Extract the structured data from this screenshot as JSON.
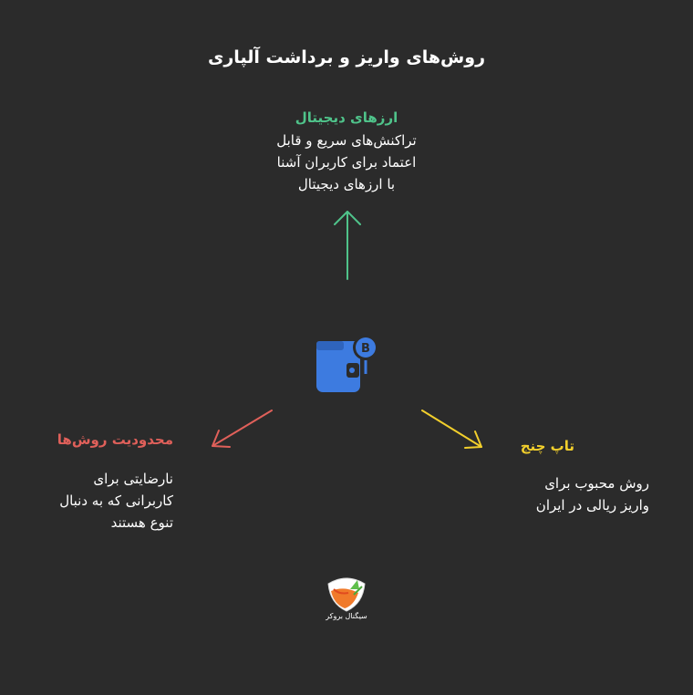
{
  "title": "روش‌های واریز و برداشت آلپاری",
  "center_icon": "crypto-wallet-icon",
  "nodes": {
    "top": {
      "heading": "ارزهای دیجیتال",
      "body": "تراکنش‌های سریع و قابل\nاعتماد برای کاربران آشنا\nبا ارزهای دیجیتال",
      "color": "#4fc38a"
    },
    "left": {
      "heading": "محدودیت روش‌ها",
      "body": "نارضایتی برای\nکاربرانی که به دنبال\nتنوع هستند",
      "color": "#e0605a"
    },
    "right": {
      "heading": "تاپ چنج",
      "body": "روش محبوب برای\nواریز ریالی در ایران",
      "color": "#f2cf2c"
    }
  },
  "logo": {
    "icon": "brand-logo-icon",
    "caption": "سیگنال بروکر"
  },
  "colors": {
    "background": "#2b2b2b",
    "icon_blue": "#3d7be0"
  }
}
